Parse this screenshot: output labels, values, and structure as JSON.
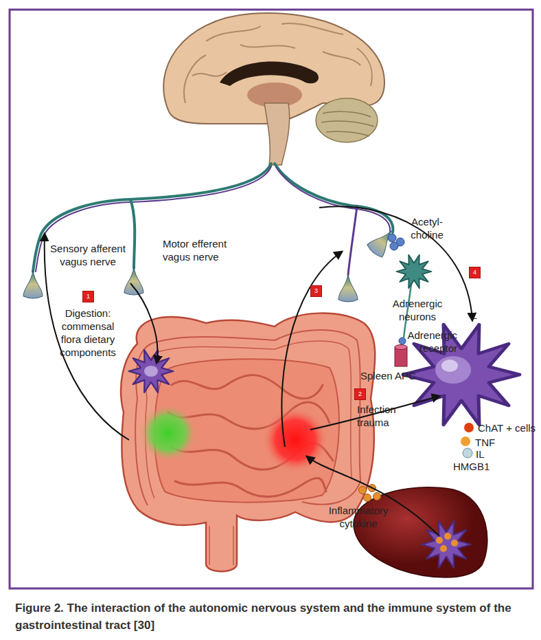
{
  "diagram": {
    "caption": "Figure 2. The interaction of the autonomic nervous system and the immune system of the gastrointestinal tract [30]",
    "nodes": [
      {
        "text": [
          "1"
        ]
      },
      {
        "text": [
          "3"
        ]
      },
      {
        "text": [
          "4"
        ]
      },
      {
        "text": [
          "2"
        ]
      }
    ],
    "labels": [
      "Sensory afferent vagus nerve",
      "Motor efferent vagus nerve",
      "Digestion: commensal flora dietary components",
      "Acetyl- choline",
      "Adrenergic neurons",
      "Adrenergic receptor",
      "Spleen APC",
      "Infection trauma",
      "–",
      "ChAT + cells",
      "TNF",
      "IL",
      "HMGB1",
      "Inflammatory cytokine"
    ]
  }
}
